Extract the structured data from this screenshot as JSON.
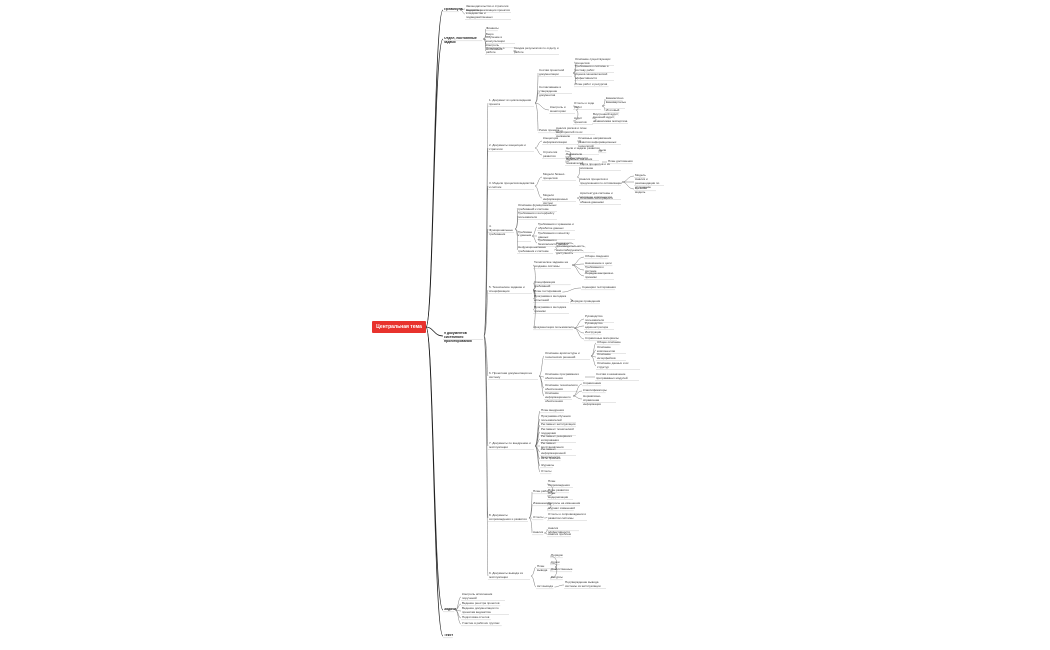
{
  "central": {
    "label": "Центральная тема"
  },
  "nodes": [
    {
      "id": "p1",
      "parent": "c",
      "text": "Преамбула"
    },
    {
      "id": "p1a",
      "parent": "p1",
      "text": "Законодательство и стратегия ведомства"
    },
    {
      "id": "p1b",
      "parent": "p1",
      "text": "Контроль реализации проектов в ведомстве и подведомственных"
    },
    {
      "id": "p2",
      "parent": "c",
      "text": "Отдел, постоянные задачи"
    },
    {
      "id": "p2a",
      "parent": "p2",
      "text": "Финансы"
    },
    {
      "id": "p2b",
      "parent": "p2",
      "text": "Бюро"
    },
    {
      "id": "p2c",
      "parent": "p2",
      "text": "Обучение и консультации"
    },
    {
      "id": "p2d",
      "parent": "p2",
      "text": "Контроль исполнения"
    },
    {
      "id": "p2e",
      "parent": "p2",
      "text": "Отчетность о работе"
    },
    {
      "id": "p2e1",
      "parent": "p2e",
      "text": "Сводка результатов по отделу и работе"
    },
    {
      "id": "p3",
      "parent": "c",
      "text": "9 документов системного проектирования"
    },
    {
      "id": "d1",
      "parent": "p3",
      "text": "1. Документ из цикла видения проекта"
    },
    {
      "id": "d1a",
      "parent": "d1",
      "text": "Состав проектной документации"
    },
    {
      "id": "d1a1",
      "parent": "d1a",
      "text": "Описание существующих процессов"
    },
    {
      "id": "d1a2",
      "parent": "d1a",
      "text": "Требования к системе и составу работ"
    },
    {
      "id": "d1a3",
      "parent": "d1a",
      "text": "Оценка экономической эффективности"
    },
    {
      "id": "d1a4",
      "parent": "d1a",
      "text": "План работ и ресурсов"
    },
    {
      "id": "d1b",
      "parent": "d1",
      "text": "Согласование и утверждение документов"
    },
    {
      "id": "d1c",
      "parent": "d1",
      "text": "Контроль и мониторинг"
    },
    {
      "id": "d1c1",
      "parent": "d1c",
      "text": "Отчеты о ходе работ"
    },
    {
      "id": "d1c1a",
      "parent": "d1c1",
      "text": "Ежемесячно"
    },
    {
      "id": "d1c1b",
      "parent": "d1c1",
      "text": "Ежеквартально"
    },
    {
      "id": "d1c1c",
      "parent": "d1c1",
      "text": "Итоговый"
    },
    {
      "id": "d1c2",
      "parent": "d1c",
      "text": "Аудит проектов"
    },
    {
      "id": "d1c2a",
      "parent": "d1c2",
      "text": "Внутренний аудит; внешний аудит; независимая экспертиза"
    },
    {
      "id": "d1d",
      "parent": "d1",
      "text": "Риски проекта"
    },
    {
      "id": "d1d1",
      "parent": "d1d",
      "text": "Анализ рисков и план мероприятий по их снижению"
    },
    {
      "id": "d2",
      "parent": "p3",
      "text": "2. Документы концепции и стратегии"
    },
    {
      "id": "d2a",
      "parent": "d2",
      "text": "Концепция информатизации"
    },
    {
      "id": "d2a1",
      "parent": "d2a",
      "text": "Основные направления развития информационных технологий"
    },
    {
      "id": "d2b",
      "parent": "d2",
      "text": "Стратегия развития"
    },
    {
      "id": "d2b1",
      "parent": "d2b",
      "text": "Цели и задачи развития"
    },
    {
      "id": "d2b1a",
      "parent": "d2b1",
      "text": "Цели"
    },
    {
      "id": "d2b2",
      "parent": "d2b",
      "text": "Показатели эффективности"
    },
    {
      "id": "d2b3",
      "parent": "d2b",
      "text": "Целевые значения показателей"
    },
    {
      "id": "d2b3a",
      "parent": "d2b3",
      "text": "План достижения"
    },
    {
      "id": "d3",
      "parent": "p3",
      "text": "3. Модели процессов ведомства и систем"
    },
    {
      "id": "d3a",
      "parent": "d3",
      "text": "Модели бизнес-процессов"
    },
    {
      "id": "d3a1",
      "parent": "d3a",
      "text": "Карта процессов и их описание"
    },
    {
      "id": "d3a2",
      "parent": "d3a",
      "text": "Анализ процессов и предложения по оптимизации"
    },
    {
      "id": "d3a2a",
      "parent": "d3a2",
      "text": "Модель"
    },
    {
      "id": "d3a2b",
      "parent": "d3a2",
      "text": "Анализ и рекомендации по улучшению"
    },
    {
      "id": "d3a2c",
      "parent": "d3a2",
      "text": "Целевая модель"
    },
    {
      "id": "d3b",
      "parent": "d3",
      "text": "Модели информационных систем"
    },
    {
      "id": "d3b1",
      "parent": "d3b",
      "text": "Архитектура системы и описание компонентов"
    },
    {
      "id": "d3b2",
      "parent": "d3b",
      "text": "Описание интеграции и обмена данными"
    },
    {
      "id": "d4",
      "parent": "p3",
      "text": "4. Функциональные требования"
    },
    {
      "id": "d4a",
      "parent": "d4",
      "text": "Описание функциональных требований к системе"
    },
    {
      "id": "d4b",
      "parent": "d4",
      "text": "Требования к интерфейсу пользователя"
    },
    {
      "id": "d4c",
      "parent": "d4",
      "text": "Требования к данным"
    },
    {
      "id": "d4c1",
      "parent": "d4c",
      "text": "Требования к хранению и обработке данных"
    },
    {
      "id": "d4c2",
      "parent": "d4c",
      "text": "Требования к качеству данных"
    },
    {
      "id": "d4c3",
      "parent": "d4c",
      "text": "Требования к безопасности данных"
    },
    {
      "id": "d4d",
      "parent": "d4",
      "text": "Нефункциональные требования к системе"
    },
    {
      "id": "d4d1",
      "parent": "d4d",
      "text": "Надежность, производительность, масштабируемость, доступность"
    },
    {
      "id": "d5",
      "parent": "p3",
      "text": "5. Техническое задание и спецификации"
    },
    {
      "id": "d5a",
      "parent": "d5",
      "text": "Техническое задание на создание системы"
    },
    {
      "id": "d5a1",
      "parent": "d5a",
      "text": "Общие сведения"
    },
    {
      "id": "d5a2",
      "parent": "d5a",
      "text": "Назначение и цели"
    },
    {
      "id": "d5a3",
      "parent": "d5a",
      "text": "Требования к системе"
    },
    {
      "id": "d5a4",
      "parent": "d5a",
      "text": "Порядок контроля и приемки"
    },
    {
      "id": "d5b",
      "parent": "d5",
      "text": "Спецификация требований"
    },
    {
      "id": "d5c",
      "parent": "d5",
      "text": "План тестирования"
    },
    {
      "id": "d5c1",
      "parent": "d5c",
      "text": "Сценарии тестирования"
    },
    {
      "id": "d5d",
      "parent": "d5",
      "text": "Программа и методика испытаний"
    },
    {
      "id": "d5d1",
      "parent": "d5d",
      "text": "Порядок проведения"
    },
    {
      "id": "d5e",
      "parent": "d5",
      "text": "Программа и методика приемки"
    },
    {
      "id": "d5f",
      "parent": "d5",
      "text": "Документация пользователя"
    },
    {
      "id": "d5f1",
      "parent": "d5f",
      "text": "Руководство пользователя"
    },
    {
      "id": "d5f2",
      "parent": "d5f",
      "text": "Руководство администратора"
    },
    {
      "id": "d5f3",
      "parent": "d5f",
      "text": "Инструкции"
    },
    {
      "id": "d5f4",
      "parent": "d5f",
      "text": "Справочные материалы"
    },
    {
      "id": "d6",
      "parent": "p3",
      "text": "6. Проектная документация на систему"
    },
    {
      "id": "d6a",
      "parent": "d6",
      "text": "Описание архитектуры и технических решений"
    },
    {
      "id": "d6a1",
      "parent": "d6a",
      "text": "Общее описание"
    },
    {
      "id": "d6a2",
      "parent": "d6a",
      "text": "Описание компонентов"
    },
    {
      "id": "d6a3",
      "parent": "d6a",
      "text": "Описание интерфейсов"
    },
    {
      "id": "d6a4",
      "parent": "d6a",
      "text": "Описание данных и их структур"
    },
    {
      "id": "d6b",
      "parent": "d6",
      "text": "Описание программного обеспечения"
    },
    {
      "id": "d6b1",
      "parent": "d6b",
      "text": "Состав и назначение программных модулей"
    },
    {
      "id": "d6c",
      "parent": "d6",
      "text": "Описание технического обеспечения"
    },
    {
      "id": "d6d",
      "parent": "d6",
      "text": "Описание информационного обеспечения"
    },
    {
      "id": "d6d1",
      "parent": "d6d",
      "text": "Справочники"
    },
    {
      "id": "d6d2",
      "parent": "d6d",
      "text": "Классификаторы"
    },
    {
      "id": "d6d3",
      "parent": "d6d",
      "text": "Нормативно-справочная информация"
    },
    {
      "id": "d7",
      "parent": "p3",
      "text": "7. Документы по внедрению и эксплуатации"
    },
    {
      "id": "d7a",
      "parent": "d7",
      "text": "План внедрения"
    },
    {
      "id": "d7b",
      "parent": "d7",
      "text": "Программа обучения пользователей"
    },
    {
      "id": "d7c",
      "parent": "d7",
      "text": "Регламент эксплуатации"
    },
    {
      "id": "d7d",
      "parent": "d7",
      "text": "Регламент технической поддержки"
    },
    {
      "id": "d7e",
      "parent": "d7",
      "text": "Регламент резервного копирования"
    },
    {
      "id": "d7f",
      "parent": "d7",
      "text": "Регламент восстановления"
    },
    {
      "id": "d7g",
      "parent": "d7",
      "text": "Регламент информационной безопасности"
    },
    {
      "id": "d7h",
      "parent": "d7",
      "text": "Акты приемки"
    },
    {
      "id": "d7i",
      "parent": "d7",
      "text": "Журналы"
    },
    {
      "id": "d7j",
      "parent": "d7",
      "text": "Отчеты"
    },
    {
      "id": "d8",
      "parent": "p3",
      "text": "8. Документы сопровождения и развития"
    },
    {
      "id": "d8a",
      "parent": "d8",
      "text": "План работ"
    },
    {
      "id": "d8a1",
      "parent": "d8a",
      "text": "План сопровождения"
    },
    {
      "id": "d8a2",
      "parent": "d8a",
      "text": "План развития"
    },
    {
      "id": "d8a3",
      "parent": "d8a",
      "text": "План модернизации"
    },
    {
      "id": "d8b",
      "parent": "d8",
      "text": "Изменения"
    },
    {
      "id": "d8b1",
      "parent": "d8b",
      "text": "Запросы на изменения"
    },
    {
      "id": "d8b2",
      "parent": "d8b",
      "text": "Журнал изменений"
    },
    {
      "id": "d8c",
      "parent": "d8",
      "text": "Отчеты"
    },
    {
      "id": "d8c1",
      "parent": "d8c",
      "text": "Отчеты о сопровождении и развитии системы"
    },
    {
      "id": "d8d",
      "parent": "d8",
      "text": "Анализ"
    },
    {
      "id": "d8d1",
      "parent": "d8d",
      "text": "Анализ эффективности"
    },
    {
      "id": "d8d2",
      "parent": "d8d",
      "text": "Анализ проблем"
    },
    {
      "id": "d9",
      "parent": "p3",
      "text": "9. Документы вывода из эксплуатации"
    },
    {
      "id": "d9a",
      "parent": "d9",
      "text": "План вывода"
    },
    {
      "id": "d9a1",
      "parent": "d9a",
      "text": "Порядок"
    },
    {
      "id": "d9a2",
      "parent": "d9a",
      "text": "Сроки"
    },
    {
      "id": "d9a3",
      "parent": "d9a",
      "text": "Ответственные"
    },
    {
      "id": "d9a4",
      "parent": "d9a",
      "text": "Ресурсы"
    },
    {
      "id": "d9b",
      "parent": "d9",
      "text": "Акт вывода"
    },
    {
      "id": "d9b1",
      "parent": "d9b",
      "text": "Подтверждение вывода системы из эксплуатации"
    },
    {
      "id": "p4",
      "parent": "c",
      "text": "Задачи"
    },
    {
      "id": "p4a",
      "parent": "p4",
      "text": "Контроль исполнения поручений"
    },
    {
      "id": "p4b",
      "parent": "p4",
      "text": "Ведение реестра проектов"
    },
    {
      "id": "p4c",
      "parent": "p4",
      "text": "Ведение документации по проектам ведомства"
    },
    {
      "id": "p4d",
      "parent": "p4",
      "text": "Подготовка отчетов"
    },
    {
      "id": "p4e",
      "parent": "p4",
      "text": "Участие в рабочих группах"
    },
    {
      "id": "p5",
      "parent": "c",
      "text": "Текст"
    }
  ]
}
